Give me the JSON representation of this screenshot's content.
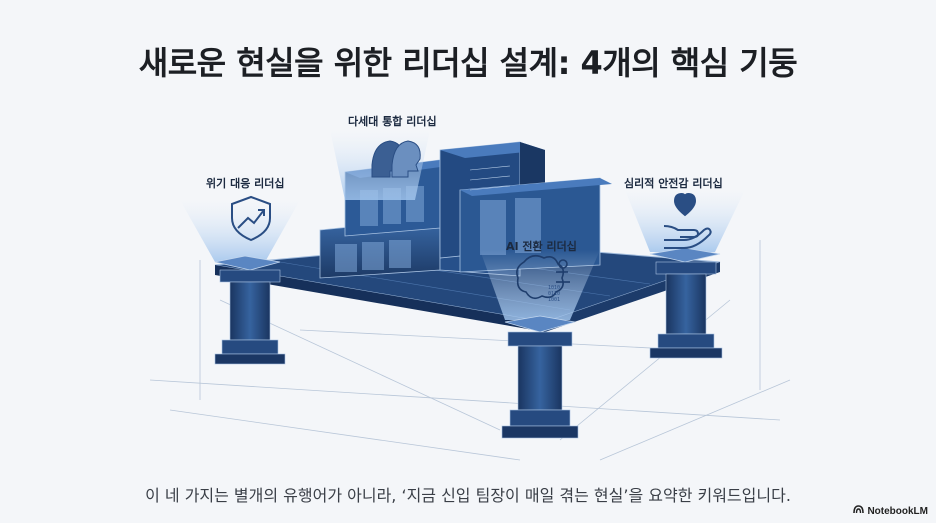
{
  "title": "새로운 현실을 위한 리더십 설계: 4개의 핵심 기둥",
  "pillars": [
    {
      "label": "위기 대응 리더십",
      "icon": "shield-growth-icon"
    },
    {
      "label": "다세대 통합 리더십",
      "icon": "two-heads-icon"
    },
    {
      "label": "AI 전환 리더십",
      "icon": "brain-circuit-icon"
    },
    {
      "label": "심리적 안전감 리더십",
      "icon": "heart-hand-icon"
    }
  ],
  "caption": "이 네 가지는 별개의 유행어가 아니라, ‘지금 신입 팀장이 매일 겪는 현실’을 요약한 키워드입니다.",
  "brand": "NotebookLM",
  "colors": {
    "blueprint_dark": "#1d3a66",
    "blueprint_mid": "#2f5a94",
    "glow": "#a9c8ec",
    "background": "#f4f6f9"
  }
}
